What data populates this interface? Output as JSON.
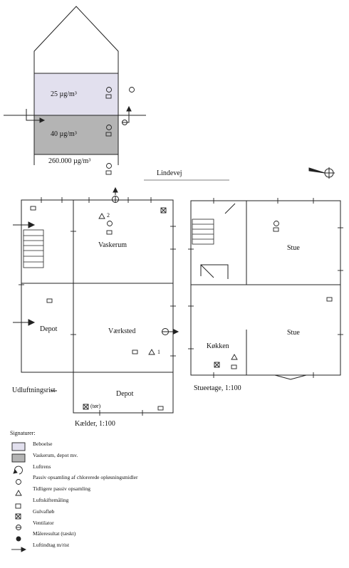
{
  "section": {
    "levels": [
      "25 µg/m³",
      "40 µg/m³",
      "260.000 µg/m³"
    ]
  },
  "street": "Lindevej",
  "basement": {
    "rooms": {
      "vaskerum": "Vaskerum",
      "depot_west": "Depot",
      "vaerksted": "Værksted",
      "depot_south": "Depot"
    },
    "markers": {
      "triangle_2": "2",
      "triangle_1": "1",
      "floor_drain_note": "(tør)"
    },
    "vent_grille": "Udluftningsrist",
    "caption": "Kælder, 1:100"
  },
  "ground": {
    "rooms": {
      "stue_top": "Stue",
      "stue_bottom": "Stue",
      "kokken": "Køkken"
    },
    "caption": "Stueetage, 1:100"
  },
  "legend": {
    "title": "Signaturer:",
    "items": [
      {
        "symbol": "fill-light",
        "label": "Beboelse"
      },
      {
        "symbol": "fill-dark",
        "label": "Vaskerum, depot mv."
      },
      {
        "symbol": "air-purifier",
        "label": "Luftrens"
      },
      {
        "symbol": "circle",
        "label": "Passiv opsamling af chlorerede opløsningsmidler"
      },
      {
        "symbol": "triangle",
        "label": "Tidligere passiv opsamling"
      },
      {
        "symbol": "square",
        "label": "Luftskiftemåling"
      },
      {
        "symbol": "floor-drain",
        "label": "Gulvafløb"
      },
      {
        "symbol": "ventilator",
        "label": "Ventilator"
      },
      {
        "symbol": "dot",
        "label": "Måleresultat (tæskt)"
      },
      {
        "symbol": "arrow",
        "label": "Luftindtag m/rist"
      }
    ]
  },
  "colors": {
    "fill_light": "#e2e0ee",
    "fill_dark": "#b4b4b4",
    "line": "#222222"
  }
}
